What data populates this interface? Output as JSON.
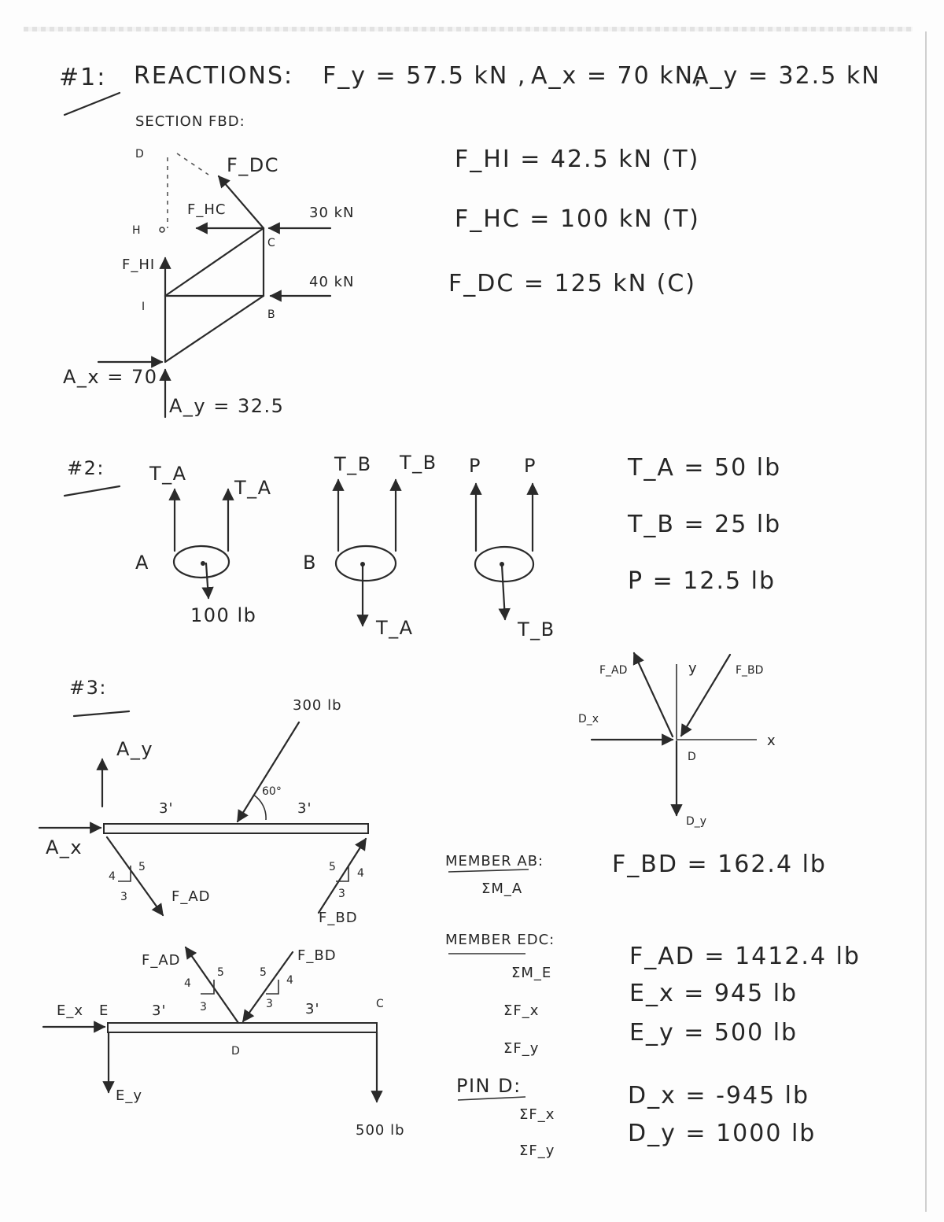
{
  "problem1": {
    "label": "#1:",
    "reactions_heading": "REACTIONS:",
    "reactions": [
      "F_y = 57.5 kN ,",
      "A_x = 70 kN,",
      "A_y = 32.5 kN"
    ],
    "section_label": "SECTION FBD:",
    "fbd": {
      "node_d": "D",
      "node_h": "H",
      "node_i": "I",
      "node_c": "C",
      "node_b": "B",
      "f_dc": "F_DC",
      "f_hc": "F_HC",
      "f_hi": "F_HI",
      "load_c": "30 kN",
      "load_b": "40 kN",
      "ax": "A_x = 70",
      "ay": "A_y = 32.5"
    },
    "results": [
      "F_HI = 42.5 kN (T)",
      "F_HC = 100 kN (T)",
      "F_DC = 125 kN (C)"
    ]
  },
  "problem2": {
    "label": "#2:",
    "pulley_a": {
      "name": "A",
      "top_left": "T_A",
      "top_right": "T_A",
      "bottom": "100 lb"
    },
    "pulley_b": {
      "name": "B",
      "top_left": "T_B",
      "top_right": "T_B",
      "bottom": "T_A"
    },
    "pulley_p": {
      "top_left": "P",
      "top_right": "P",
      "bottom": "T_B"
    },
    "results": [
      "T_A = 50 lb",
      "T_B = 25 lb",
      "P = 12.5 lb"
    ]
  },
  "problem3": {
    "label": "#3:",
    "beam_ab": {
      "ay": "A_y",
      "ax": "A_x",
      "load": "300 lb",
      "angle": "60°",
      "dist_left": "3'",
      "dist_right": "3'",
      "tri_left": [
        "4",
        "5",
        "3"
      ],
      "tri_right": [
        "5",
        "4",
        "3"
      ],
      "f_ad": "F_AD",
      "f_bd": "F_BD"
    },
    "beam_edc": {
      "f_ad": "F_AD",
      "f_bd": "F_BD",
      "ex": "E_x",
      "e": "E",
      "ey": "E_y",
      "d": "D",
      "c": "C",
      "load": "500 lb",
      "d1": "3'",
      "d2": "3",
      "d3": "3",
      "d4": "3'",
      "tri_left": [
        "4",
        "5"
      ],
      "tri_right": [
        "5",
        "4"
      ]
    },
    "pin_d_fbd": {
      "f_ad": "F_AD",
      "f_bd": "F_BD",
      "dx": "D_x",
      "dy": "D_y",
      "x_axis": "x",
      "y_axis": "y",
      "d": "D"
    },
    "member_ab": {
      "heading": "MEMBER AB:",
      "eq": "ΣM_A",
      "result": "F_BD = 162.4 lb"
    },
    "member_edc": {
      "heading": "MEMBER EDC:",
      "eqs": [
        "ΣM_E",
        "ΣF_x",
        "ΣF_y"
      ],
      "results": [
        "F_AD = 1412.4 lb",
        "E_x = 945 lb",
        "E_y = 500 lb"
      ]
    },
    "pin_d": {
      "heading": "PIN D:",
      "eqs": [
        "ΣF_x",
        "ΣF_y"
      ],
      "results": [
        "D_x = -945 lb",
        "D_y = 1000 lb"
      ]
    }
  }
}
